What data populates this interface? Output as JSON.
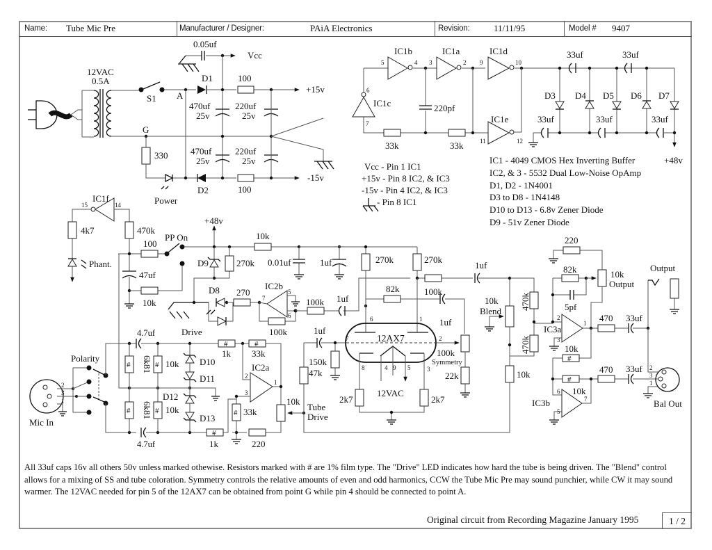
{
  "title_block": {
    "name_label": "Name:",
    "name_value": "Tube Mic Pre",
    "manufacturer_label": "Manufacturer / Designer:",
    "manufacturer_value": "PAiA Electronics",
    "revision_label": "Revision:",
    "revision_value": "11/11/95",
    "model_label": "Model #",
    "model_value": "9407"
  },
  "power_supply": {
    "transformer": [
      "12VAC",
      "0.5A"
    ],
    "switch": "S1",
    "node_a": "A",
    "node_g": "G",
    "cap_top": "0.05uf",
    "vcc": "Vcc",
    "d1": "D1",
    "d2": "D2",
    "r_top": "100",
    "r_bottom": "100",
    "plus15": "+15v",
    "minus15": "-15v",
    "c1": [
      "470uf",
      "25v"
    ],
    "c2": [
      "220uf",
      "25v"
    ],
    "c3": [
      "470uf",
      "25v"
    ],
    "c4": [
      "220uf",
      "25v"
    ],
    "r_led": "330",
    "power_led": "Power"
  },
  "oscillator": {
    "ic1b": "IC1b",
    "ic1a": "IC1a",
    "ic1d": "IC1d",
    "ic1c": "IC1c",
    "ic1e": "IC1e",
    "pins": {
      "p5": "5",
      "p4": "4",
      "p3": "3",
      "p2": "2",
      "p9": "9",
      "p10": "10",
      "p6": "6",
      "p7": "7",
      "p11": "11",
      "p12": "12"
    },
    "cap": "220pf",
    "r1": "33k",
    "r2": "33k"
  },
  "multiplier": {
    "caps": [
      "33uf",
      "33uf",
      "33uf",
      "33uf",
      "33uf"
    ],
    "diodes": [
      "D3",
      "D4",
      "D5",
      "D6",
      "D7"
    ],
    "out": "+48v"
  },
  "pin_notes": [
    "Vcc - Pin 1 IC1",
    "+15v - Pin 8 IC2, & IC3",
    "-15v - Pin 4 IC2, & IC3",
    "- Pin 8 IC1"
  ],
  "parts_list": [
    "IC1 - 4049 CMOS Hex Inverting Buffer",
    "IC2, & 3 - 5532 Dual Low-Noise OpAmp",
    "D1, D2 - 1N4001",
    "D3 to D8 - 1N4148",
    "D10 to D13 - 6.8v Zener Diode",
    "D9 - 51v Zener Diode"
  ],
  "phantom": {
    "ic1f": "IC1f",
    "p15": "15",
    "p14": "14",
    "r4k7": "4k7",
    "r470k": "470k",
    "r100": "100",
    "pp_on": "PP On",
    "phant": "Phant.",
    "c47": "47uf",
    "r10k": "10k",
    "plus48": "+48v",
    "d9": "D9",
    "r270k": "270k",
    "r10k_b": "10k",
    "c001": "0.01uf",
    "c1uf": "1uf"
  },
  "drive": {
    "d8": "D8",
    "r270": "270",
    "ic2b": "IC2b",
    "p5": "5",
    "p6": "6",
    "p7": "7",
    "r100k_a": "100k",
    "r100k_b": "100k",
    "c1uf": "1uf",
    "drive_led": "Drive"
  },
  "input": {
    "c47a": "4.7uf",
    "c47b": "4.7uf",
    "polarity": "Polarity",
    "r6k81a": "6k81",
    "r6k81b": "6k81",
    "r10ka": "10k",
    "r10kb": "10k",
    "d10": "D10",
    "d11": "D11",
    "d12": "D12",
    "d13": "D13",
    "r1ka": "1k",
    "r1kb": "1k",
    "r33ka": "33k",
    "r33kb": "33k",
    "r220": "220",
    "ic2a": "IC2a",
    "p1": "1",
    "p2": "2",
    "p3": "3",
    "mic_in": "Mic In",
    "xlr_pins": [
      "2",
      "3",
      "1"
    ],
    "hash": "#"
  },
  "tube": {
    "r270ka": "270k",
    "r270kb": "270k",
    "r82k": "82k",
    "r100k": "100k",
    "c1uf_a": "1uf",
    "c1uf_b": "1uf",
    "c1uf_c": "1uf",
    "r150k": "150k",
    "r47k": "47k",
    "r10k": "10k",
    "tube_drive": [
      "Tube",
      "Drive"
    ],
    "tube_name": "12AX7",
    "pins": [
      "6",
      "1",
      "7",
      "2",
      "8",
      "4",
      "9",
      "5",
      "3"
    ],
    "heater": "12VAC",
    "r2k7a": "2k7",
    "r2k7b": "2k7",
    "symmetry_pot": "100k",
    "symmetry": "Symmetry",
    "r22k": "22k"
  },
  "output_stage": {
    "blend_pot": [
      "10k",
      "Blend"
    ],
    "r470k_a": "470k",
    "r470k_b": "470k",
    "r10k_b": "10k",
    "r220": "220",
    "r82k": "82k",
    "c5pf": "5pf",
    "out_pot": [
      "10k",
      "Output"
    ],
    "ic3a": "IC3a",
    "ic3b": "IC3b",
    "pins_a": [
      "2",
      "3",
      "1"
    ],
    "pins_b": [
      "6",
      "5",
      "7"
    ],
    "r470a": "470",
    "r470b": "470",
    "c33a": "33uf",
    "c33b": "33uf",
    "r10k_c": "10k",
    "r10k_d": "10k",
    "output": "Output",
    "bal_out": "Bal Out",
    "xlr_pins": [
      "2",
      "3",
      "1"
    ]
  },
  "notes": "All 33uf caps 16v all others 50v unless marked othewise.  Resistors marked with # are 1% film type.  The \"Drive\" LED indicates how hard the tube is being driven.  The \"Blend\" control allows for a mixing of SS and tube coloration.  Symmetry controls the relative amounts of even and odd harmonics, CCW the Tube Mic Pre may sound punchier, while CW it may sound warmer.  The 12VAC needed for pin 5 of the 12AX7 can be obtained from point G while pin 4 should be connected to point A.",
  "credit": "Original circuit from Recording Magazine January 1995",
  "page": "1 / 2"
}
